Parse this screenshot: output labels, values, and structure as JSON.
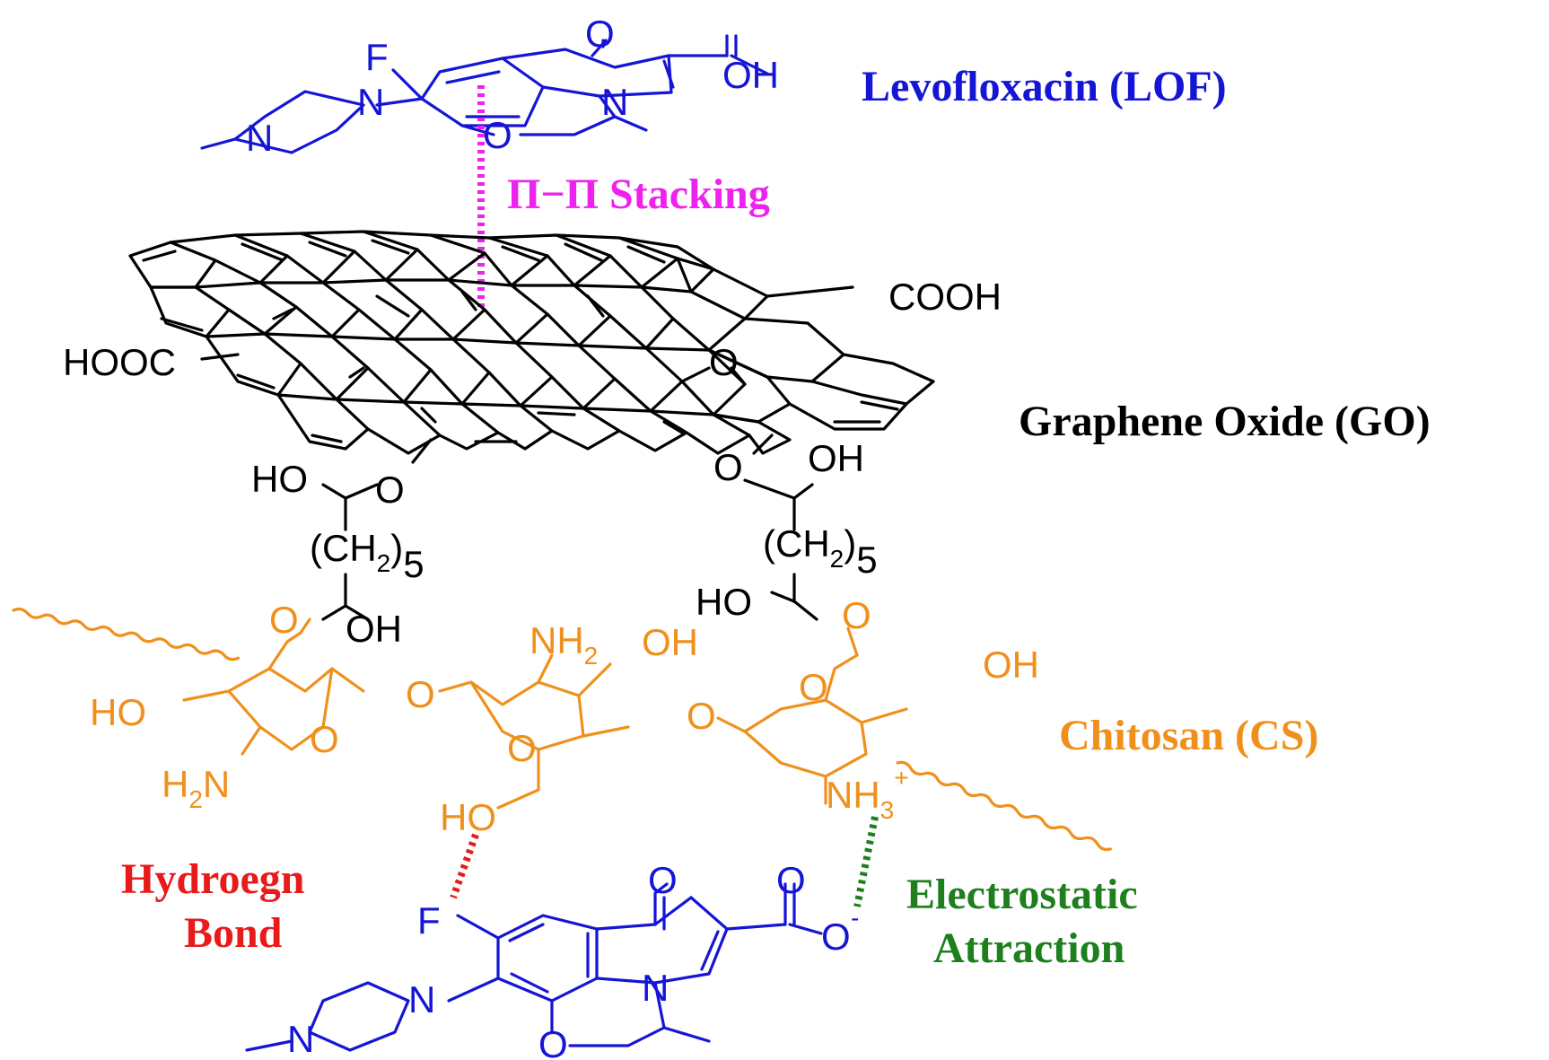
{
  "colors": {
    "levofloxacin": "#1515d6",
    "graphene_oxide": "#000000",
    "chitosan": "#f0901c",
    "pi_stacking": "#ee22ee",
    "hydrogen_bond": "#e81a1a",
    "electrostatic": "#1d7f1d"
  },
  "labels": {
    "lof": "Levofloxacin (LOF)",
    "pi": "Π−Π Stacking",
    "go": "Graphene Oxide (GO)",
    "cs": "Chitosan (CS)",
    "hb_line1": "Hydroegn",
    "hb_line2": "Bond",
    "ea_line1": "Electrostatic",
    "ea_line2": "Attraction"
  },
  "atoms": {
    "top_F": "F",
    "top_O_keto": "O",
    "top_OH": "OH",
    "top_N_pip": "N",
    "top_N_methyl": "N",
    "top_N_ring": "N",
    "top_O_ring": "O",
    "go_cooh_right": "COOH",
    "go_hooc_left": "HOOC",
    "go_epoxy_O": "O",
    "go_ho_left": "HO",
    "go_o_left": "O",
    "go_ch2_left": "(CH",
    "go_ch2_left_sub": "2",
    "go_ch2_left_close": ")",
    "go_ch2_left_5": "5",
    "go_o_right": "O",
    "go_oh_right": "OH",
    "go_ch2_right": "(CH",
    "go_ch2_right_sub": "2",
    "go_ch2_right_close": ")",
    "go_ch2_right_5": "5",
    "go_ho_right": "HO",
    "go_oh_left_low": "OH",
    "cs_o_link_left": "O",
    "cs_o_link_right": "O",
    "cs_ho": "HO",
    "cs_h2n": "H",
    "cs_h2n_sub": "2",
    "cs_h2n_n": "N",
    "cs_ring_o1": "O",
    "cs_glyco_o1": "O",
    "cs_nh2": "NH",
    "cs_nh2_sub": "2",
    "cs_oh_mid": "OH",
    "cs_ring_o2": "O",
    "cs_glyco_o2": "O",
    "cs_ring_o3": "O",
    "cs_oh_right": "OH",
    "cs_nh3": "NH",
    "cs_nh3_sub": "3",
    "cs_nh3_plus": "+",
    "cs_ho_low": "HO",
    "bot_F": "F",
    "bot_O_keto": "O",
    "bot_O_carboxyl": "O",
    "bot_O_anion": "O",
    "bot_O_minus": "-",
    "bot_N_ring": "N",
    "bot_N_pip": "N",
    "bot_N_methyl": "N",
    "bot_O_ring": "O"
  }
}
